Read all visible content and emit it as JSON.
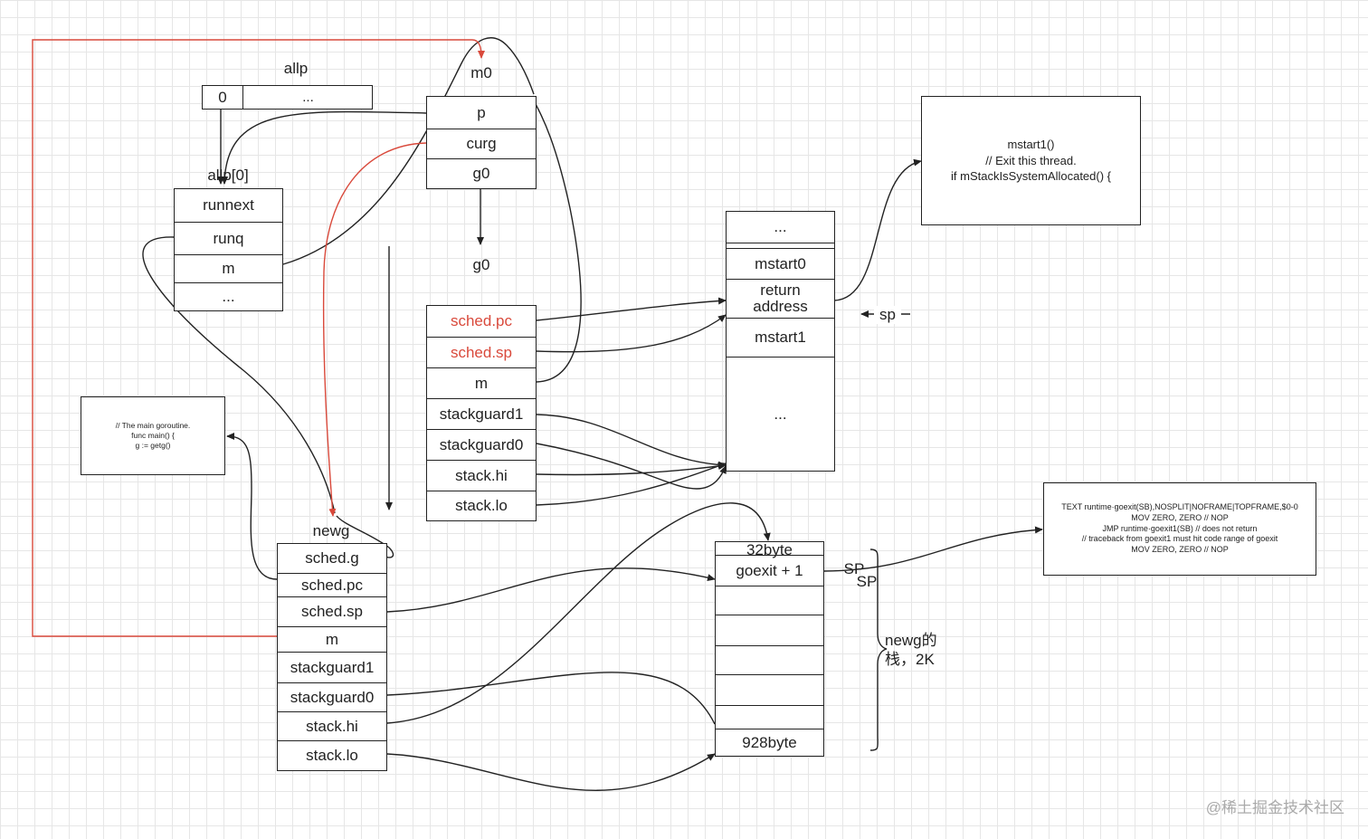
{
  "allp": {
    "title": "allp",
    "slot0": "0",
    "rest": "..."
  },
  "allp0": {
    "title": "allp[0]",
    "rows": [
      "runnext",
      "runq",
      "m",
      "..."
    ]
  },
  "m0": {
    "title": "m0",
    "rows": [
      "p",
      "curg",
      "g0"
    ]
  },
  "g0": {
    "title": "g0",
    "rows": [
      "sched.pc",
      "sched.sp",
      "m",
      "stackguard1",
      "stackguard0",
      "stack.hi",
      "stack.lo"
    ]
  },
  "g0stack": {
    "rows": [
      "...",
      "mstart0",
      "return\naddress",
      "mstart1",
      "..."
    ],
    "sp_label": "sp"
  },
  "mstart_note": "mstart1()\n// Exit this thread.\nif mStackIsSystemAllocated() {",
  "main_note": "// The main goroutine.\nfunc main() {\ng := getg()",
  "newg": {
    "title": "newg",
    "rows": [
      "sched.g",
      "sched.pc",
      "sched.sp",
      "m",
      "stackguard1",
      "stackguard0",
      "stack.hi",
      "stack.lo"
    ]
  },
  "newgstack": {
    "rows": [
      "32byte",
      "goexit + 1",
      "",
      "",
      "",
      "",
      "",
      "928byte"
    ],
    "sp_label_1": "SP",
    "sp_label_2": "SP",
    "brace_label": "newg的\n栈，2K"
  },
  "goexit_note": "TEXT runtime·goexit(SB),NOSPLIT|NOFRAME|TOPFRAME,$0-0\nMOV ZERO, ZERO // NOP\nJMP runtime·goexit1(SB) // does not return\n// traceback from goexit1 must hit code range of goexit\nMOV ZERO, ZERO // NOP",
  "watermark": "@稀土掘金技术社区",
  "colors": {
    "grid": "#e6e6e6",
    "line": "#222222",
    "highlight": "#d9493b",
    "watermark": "#aaaaaa"
  }
}
